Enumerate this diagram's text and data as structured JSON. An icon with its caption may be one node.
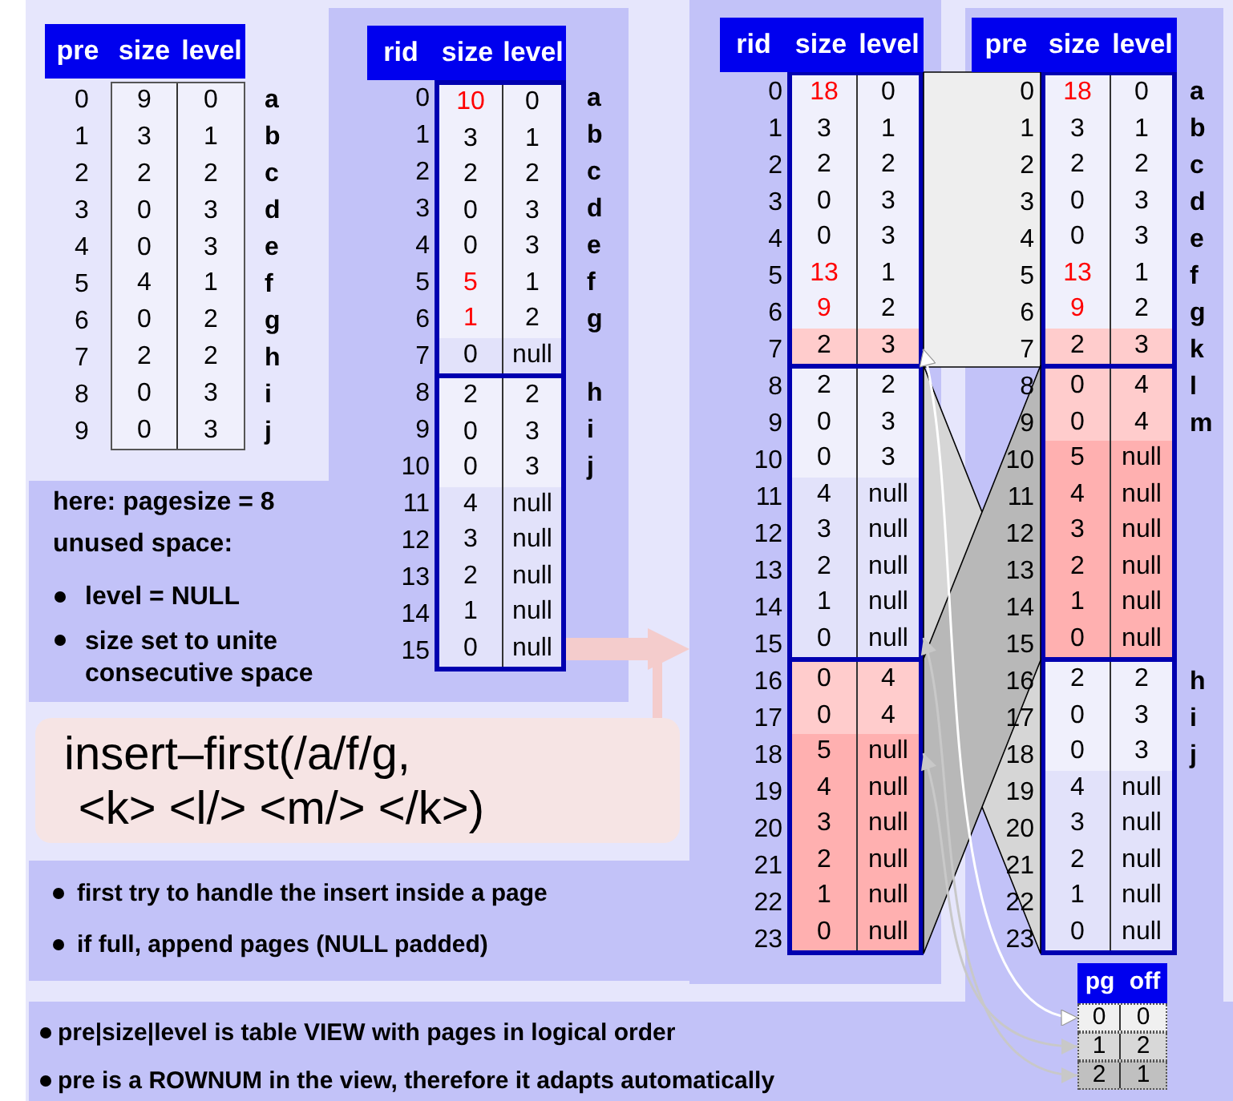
{
  "diagram": {
    "nodes": [
      {
        "text": [
          "9",
          "0",
          "3",
          "1",
          "2",
          "2",
          "0",
          "3",
          "0",
          "3",
          "4",
          "1",
          "0",
          "2",
          "2",
          "2",
          "0",
          "3",
          "0",
          "3"
        ]
      },
      {
        "text": [
          "10",
          "0",
          "3",
          "1",
          "2",
          "2",
          "0",
          "3",
          "0",
          "3",
          "5",
          "1",
          "1",
          "2",
          "0",
          "null"
        ]
      },
      {
        "text": [
          "2",
          "2",
          "0",
          "3",
          "0",
          "3",
          "4",
          "null",
          "3",
          "null",
          "2",
          "null",
          "1",
          "null",
          "0",
          "null"
        ]
      },
      {
        "text": [],
        "shape": "box"
      },
      {
        "text": [
          "18",
          "0",
          "3",
          "1",
          "2",
          "2",
          "0",
          "3",
          "0",
          "3",
          "13",
          "1",
          "9",
          "2",
          "2",
          "3"
        ],
        "in": 3
      },
      {
        "text": [
          "2",
          "2",
          "0",
          "3",
          "0",
          "3",
          "4",
          "null",
          "3",
          "null",
          "2",
          "null",
          "1",
          "null",
          "0",
          "null"
        ],
        "in": 3
      },
      {
        "text": [
          "0",
          "4",
          "0",
          "4",
          "5",
          "null",
          "4",
          "null",
          "3",
          "null",
          "2",
          "null",
          "1",
          "null",
          "0",
          "null"
        ],
        "in": 3
      },
      {
        "text": [
          "18",
          "0",
          "3",
          "1",
          "2",
          "2",
          "0",
          "3",
          "0",
          "3",
          "13",
          "1",
          "9",
          "2",
          "2",
          "3"
        ]
      },
      {
        "text": [
          "0",
          "4",
          "0",
          "4",
          "5",
          "null",
          "4",
          "null",
          "3",
          "null",
          "2",
          "null",
          "1",
          "null",
          "0",
          "null"
        ]
      },
      {
        "text": [
          "2",
          "2",
          "0",
          "3",
          "0",
          "3",
          "4",
          "null",
          "3",
          "null",
          "2",
          "null",
          "1",
          "null",
          "0",
          "null"
        ]
      },
      {
        "text": [
          "insert–first(/a/f/g, <k> <l/> <m/> </k>)"
        ]
      },
      {
        "text": [
          "0",
          "0"
        ]
      },
      {
        "text": [
          "1",
          "2"
        ]
      },
      {
        "text": [
          "2",
          "1"
        ]
      }
    ],
    "edges": [
      {
        "from": 2,
        "to": 3,
        "arrow": "to",
        "style": "thick",
        "color": "#f4cccc"
      },
      {
        "from": 10,
        "to": null,
        "arrow": "none",
        "style": "thick",
        "color": "#f4cccc"
      },
      {
        "from": 4,
        "to": 7,
        "arrow": "none"
      },
      {
        "from": 5,
        "to": 9,
        "arrow": "none"
      },
      {
        "from": 6,
        "to": 8,
        "arrow": "none"
      },
      {
        "from": 11,
        "to": 4,
        "arrow": "both",
        "color": "#ffffff"
      },
      {
        "from": 12,
        "to": 6,
        "arrow": "both"
      },
      {
        "from": 13,
        "to": 5,
        "arrow": "both"
      }
    ],
    "labels": [
      "pre",
      "size",
      "level",
      "0",
      "1",
      "2",
      "3",
      "4",
      "5",
      "6",
      "7",
      "8",
      "9",
      "a",
      "b",
      "c",
      "d",
      "e",
      "f",
      "g",
      "h",
      "i",
      "j",
      "rid",
      "size",
      "level",
      "0",
      "1",
      "2",
      "3",
      "4",
      "5",
      "6",
      "7",
      "8",
      "9",
      "10",
      "11",
      "12",
      "13",
      "14",
      "15",
      "a",
      "b",
      "c",
      "d",
      "e",
      "f",
      "g",
      "h",
      "i",
      "j",
      "here: pagesize = 8",
      "unused space:",
      "level = NULL",
      "size set to unite consecutive space",
      "rid",
      "size",
      "level",
      "0",
      "1",
      "2",
      "3",
      "4",
      "5",
      "6",
      "7",
      "8",
      "9",
      "10",
      "11",
      "12",
      "13",
      "14",
      "15",
      "16",
      "17",
      "18",
      "19",
      "20",
      "21",
      "22",
      "23",
      "pre",
      "size",
      "level",
      "0",
      "1",
      "2",
      "3",
      "4",
      "5",
      "6",
      "7",
      "8",
      "9",
      "10",
      "11",
      "12",
      "13",
      "14",
      "15",
      "16",
      "17",
      "18",
      "19",
      "20",
      "21",
      "22",
      "23",
      "a",
      "b",
      "c",
      "d",
      "e",
      "f",
      "g",
      "k",
      "l",
      "m",
      "h",
      "i",
      "j",
      "first try to handle the insert inside a page",
      "if full, append pages (NULL padded)",
      "pre|size|level is table VIEW with pages in logical order",
      "pre is a ROWNUM in the view, therefore it adapts automatically",
      "pg",
      "off"
    ]
  }
}
